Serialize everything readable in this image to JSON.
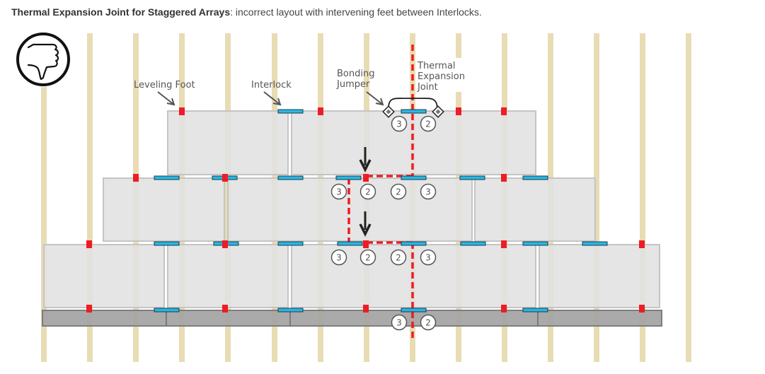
{
  "caption": {
    "title": "Thermal Expansion Joint for Staggered Arrays",
    "separator": ":",
    "description": " incorrect layout with intervening feet between Interlocks."
  },
  "status_icon": "thumbs-down-icon",
  "verdict": "incorrect",
  "labels": {
    "leveling_foot": "Leveling Foot",
    "interlock": "Interlock",
    "bonding_jumper_line1": "Bonding",
    "bonding_jumper_line2": "Jumper",
    "thermal_line1": "Thermal",
    "thermal_line2": "Expansion",
    "thermal_line3": "Joint"
  },
  "callout_numbers": {
    "top_left": "3",
    "top_right": "2",
    "row2_a": "3",
    "row2_b": "2",
    "row2_c": "2",
    "row2_d": "3",
    "row3_a": "3",
    "row3_b": "2",
    "row3_c": "2",
    "row3_d": "3",
    "bottom_left": "3",
    "bottom_right": "2"
  },
  "colors": {
    "rafter": "#e8dcb5",
    "module": "#e1e1e1",
    "module_border": "#c4c4c4",
    "foot": "#ee1c25",
    "interlock": "#29b6e3",
    "joint_line": "#ee1c25",
    "skirt": "#a3a3a3"
  }
}
